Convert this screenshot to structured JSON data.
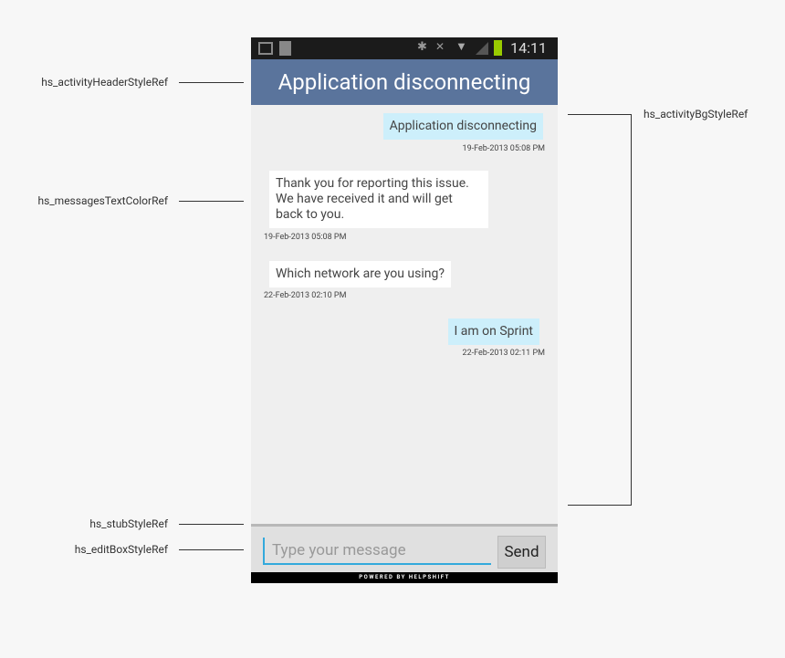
{
  "annotations": {
    "header": "hs_activityHeaderStyleRef",
    "messages_text": "hs_messagesTextColorRef",
    "stub": "hs_stubStyleRef",
    "edit_box": "hs_editBoxStyleRef",
    "bg": "hs_activityBgStyleRef"
  },
  "status_bar": {
    "time": "14:11"
  },
  "header": {
    "title": "Application disconnecting"
  },
  "messages": [
    {
      "text": "Application disconnecting",
      "timestamp": "19-Feb-2013 05:08 PM",
      "direction": "out"
    },
    {
      "text": "Thank you for reporting this issue. We have received it and will get back to you.",
      "timestamp": "19-Feb-2013 05:08 PM",
      "direction": "in"
    },
    {
      "text": "Which network are you using?",
      "timestamp": "22-Feb-2013 02:10 PM",
      "direction": "in"
    },
    {
      "text": "I am on Sprint",
      "timestamp": "22-Feb-2013 02:11 PM",
      "direction": "out"
    }
  ],
  "composer": {
    "placeholder": "Type your message",
    "send_label": "Send"
  },
  "footer": {
    "powered_by": "POWERED BY HELPSHIFT"
  },
  "colors": {
    "header": "#5a749c",
    "outgoing": "#cdeffb",
    "incoming": "#ffffff",
    "accent": "#33a9dc"
  }
}
